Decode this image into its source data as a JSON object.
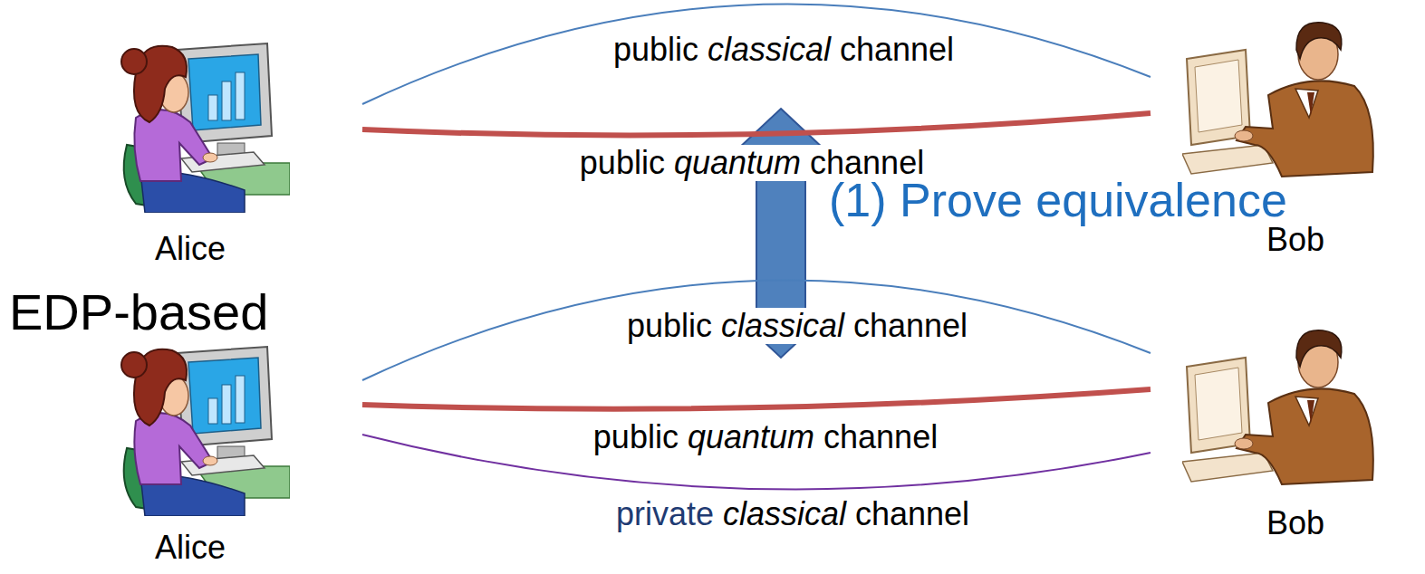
{
  "diagram": {
    "nodes": [
      {
        "text": [
          "Alice"
        ]
      },
      {
        "text": [
          "Bob"
        ]
      },
      {
        "text": [
          "Alice"
        ]
      },
      {
        "text": [
          "Bob"
        ]
      }
    ],
    "edges": [
      {
        "from": 0,
        "to": 1,
        "label": "public classical channel",
        "arrow": "none"
      },
      {
        "from": 0,
        "to": 1,
        "label": "public quantum channel",
        "arrow": "none"
      },
      {
        "from": 2,
        "to": 3,
        "label": "public classical channel",
        "arrow": "none"
      },
      {
        "from": 2,
        "to": 3,
        "label": "public quantum channel",
        "arrow": "none"
      },
      {
        "from": 2,
        "to": 3,
        "label": "private classical channel",
        "arrow": "none"
      }
    ],
    "labels": [
      "(1) Prove equivalence",
      "EDP-based"
    ]
  }
}
